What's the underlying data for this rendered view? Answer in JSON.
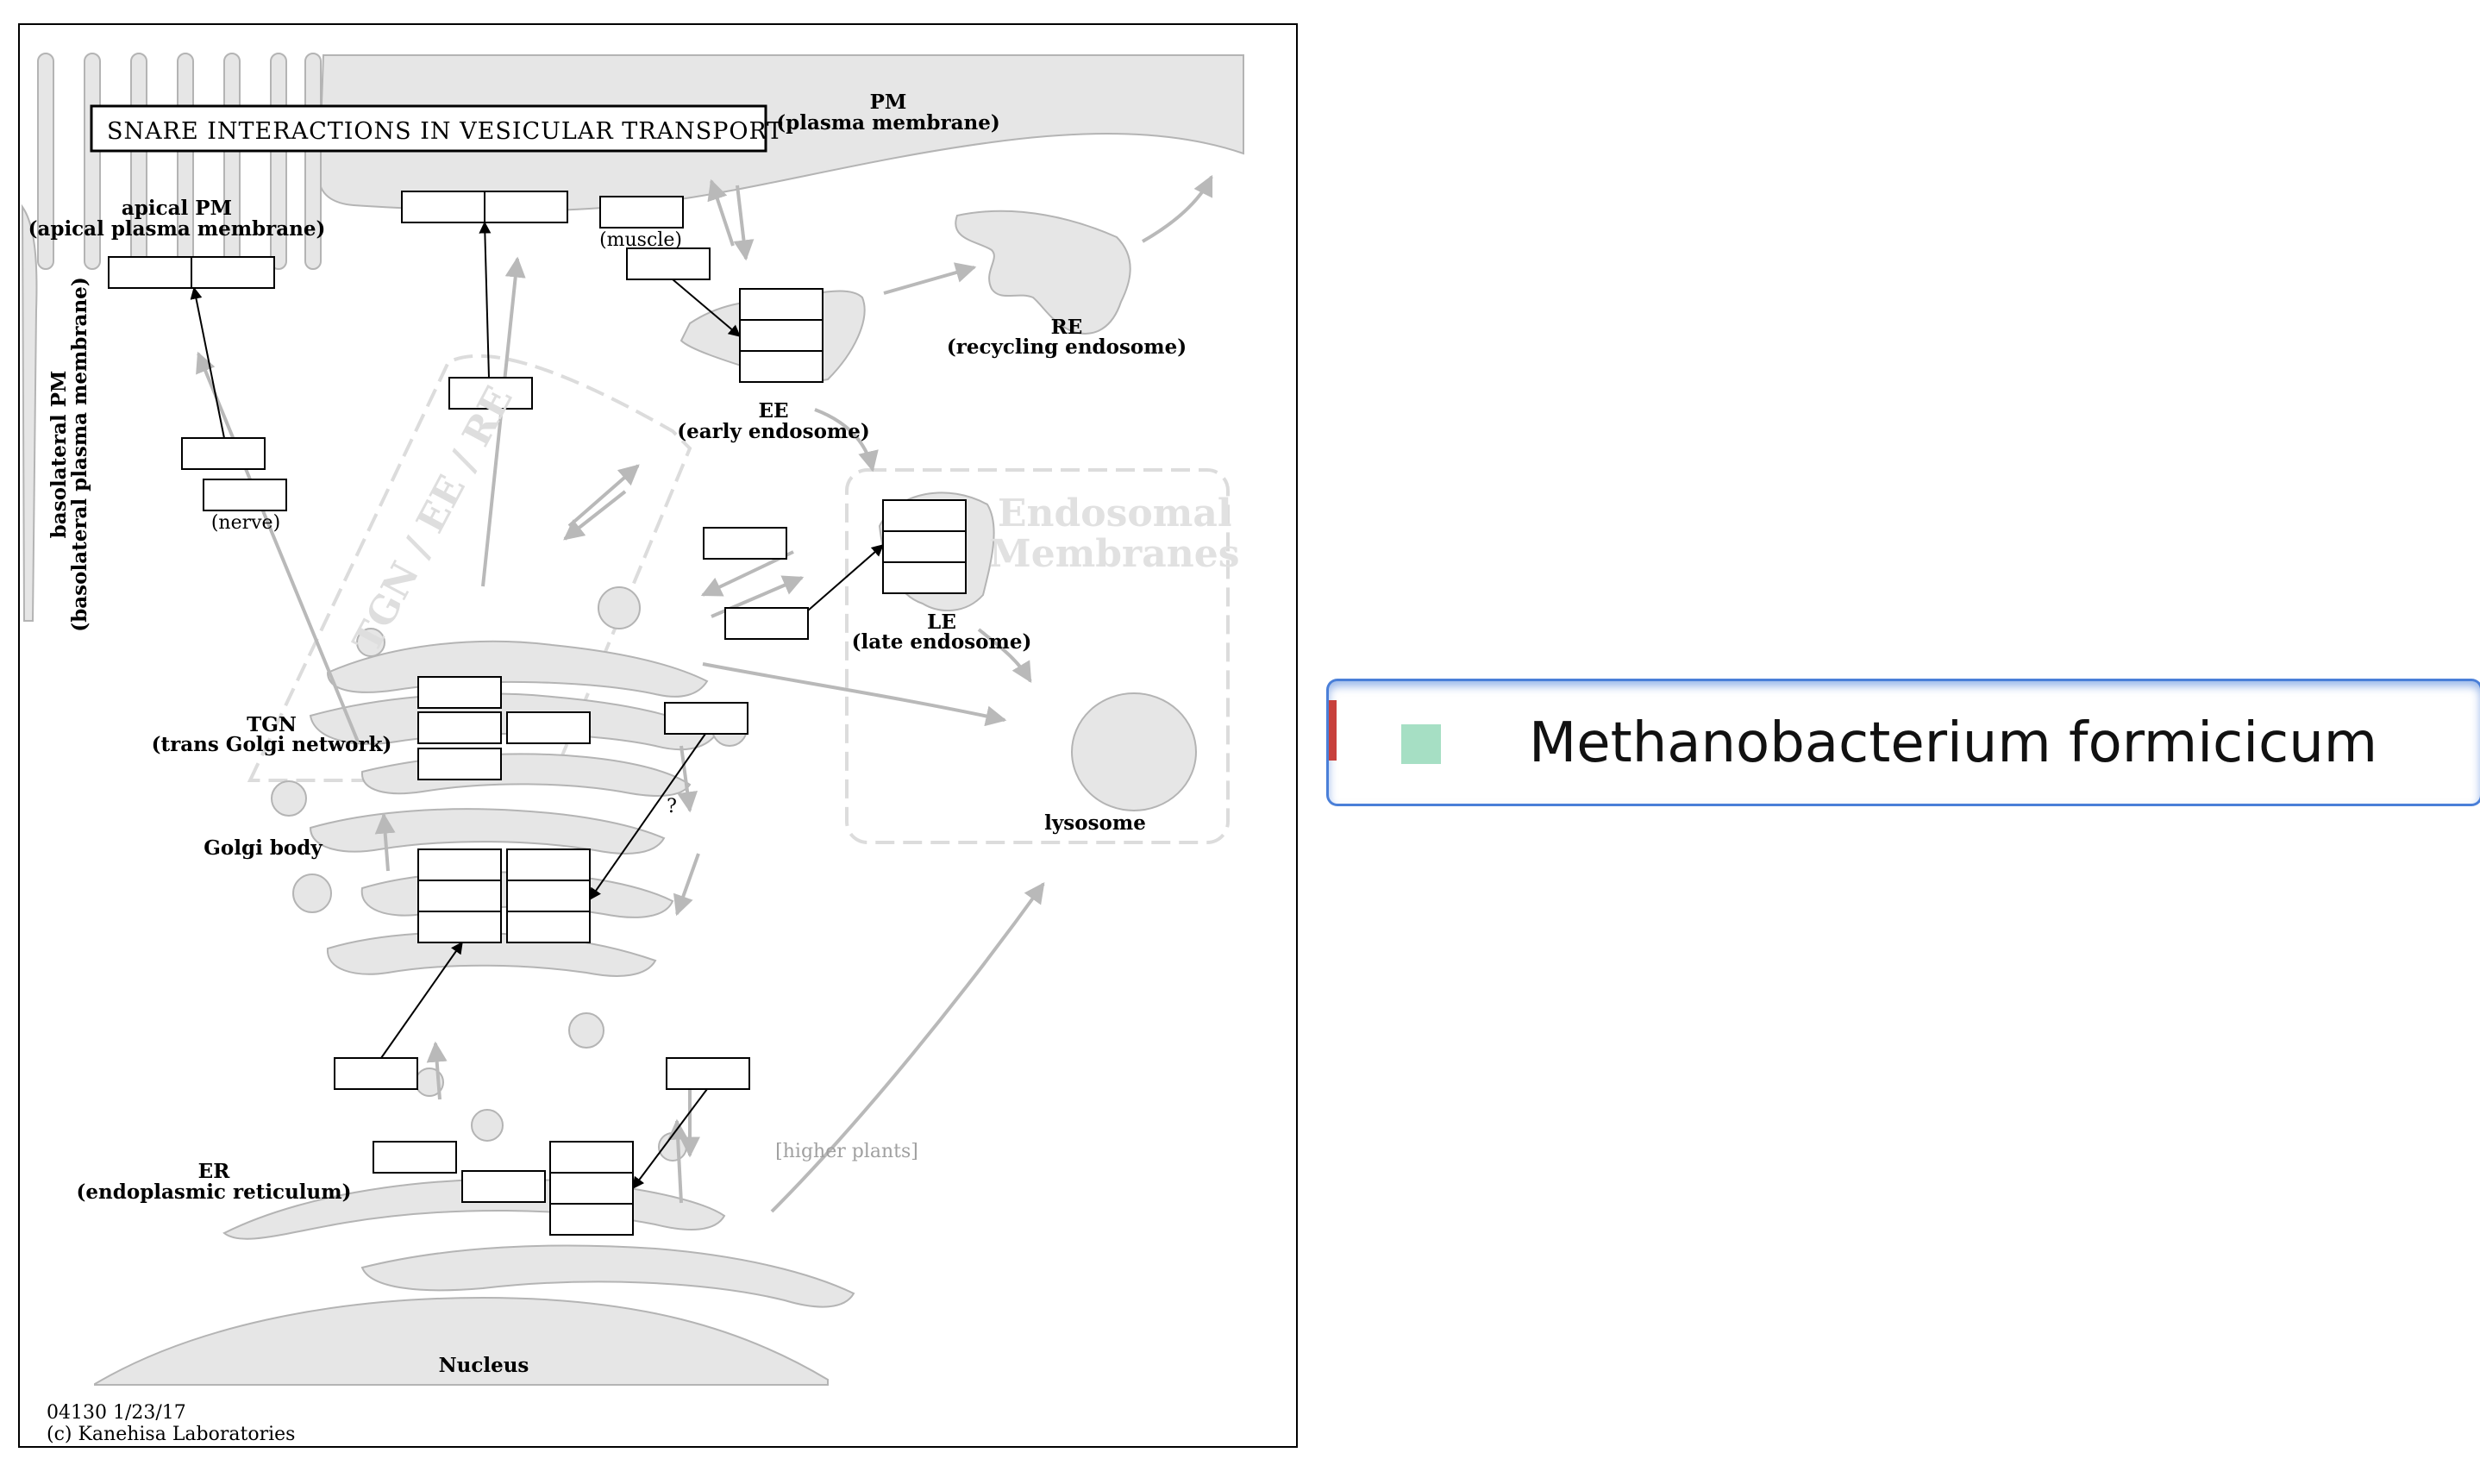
{
  "diagram": {
    "title": "SNARE INTERACTIONS IN VESICULAR TRANSPORT",
    "labels": {
      "pm": "PM",
      "pm_full": "(plasma membrane)",
      "apical": "apical PM",
      "apical_full": "(apical plasma membrane)",
      "basolateral": "basolateral PM",
      "basolateral_full": "(basolateral plasma membrane)",
      "muscle": "(muscle)",
      "nerve": "(nerve)",
      "re": "RE",
      "re_full": "(recycling endosome)",
      "ee": "EE",
      "ee_full": "(early endosome)",
      "le": "LE",
      "le_full": "(late endosome)",
      "tgn": "TGN",
      "tgn_full": "(trans Golgi network)",
      "golgi": "Golgi body",
      "lysosome": "lysosome",
      "er": "ER",
      "er_full": "(endoplasmic reticulum)",
      "nucleus": "Nucleus",
      "higher_plants": "[higher plants]",
      "question": "?",
      "endosomal_1": "Endosomal",
      "endosomal_2": "Membranes",
      "tgn_ee_re": "TGN / EE / RE"
    },
    "footer": {
      "map_id": "04130 1/23/17",
      "copyright": "(c) Kanehisa Laboratories"
    },
    "colors": {
      "membrane_fill": "#e6e6e6",
      "membrane_stroke": "#b4b4b4",
      "arrow_gray": "#b9b9b9",
      "box_stroke": "#000000"
    }
  },
  "legend": {
    "organism": "Methanobacterium formicicum",
    "swatch_color": "#a6dfc4",
    "accent_color": "#c8403c",
    "border_color": "#4a7fd8"
  }
}
